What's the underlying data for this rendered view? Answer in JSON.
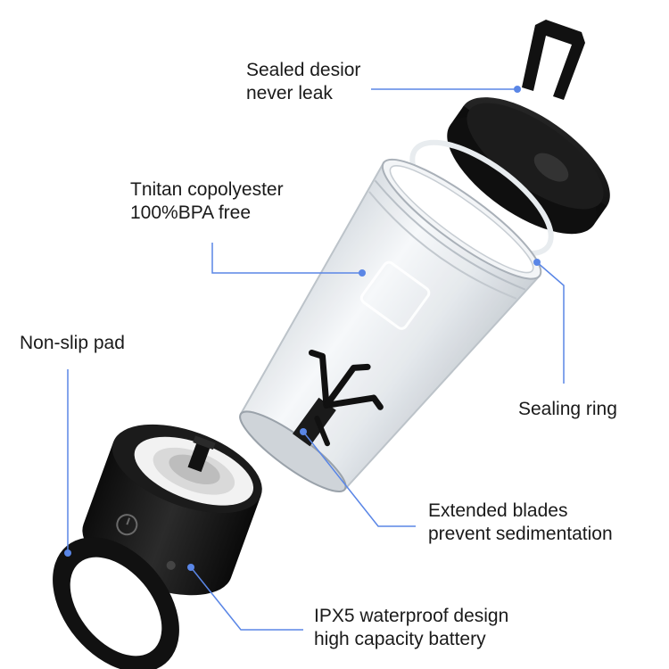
{
  "callouts": {
    "sealed_design": {
      "line1": "Sealed desior",
      "line2": "never  leak"
    },
    "tritan": {
      "line1": "Tnitan copolyester",
      "line2": "100%BPA free"
    },
    "non_slip": {
      "line1": "Non-slip pad"
    },
    "sealing_ring": {
      "line1": "Sealing ring"
    },
    "blades": {
      "line1": "Extended blades",
      "line2": "prevent sedimentation"
    },
    "waterproof": {
      "line1": "IPX5 waterproof design",
      "line2": "high capacity battery"
    }
  },
  "colors": {
    "leader_line": "#5a86e6",
    "product_dark": "#161616",
    "cup_tint": "#e9edf1"
  }
}
